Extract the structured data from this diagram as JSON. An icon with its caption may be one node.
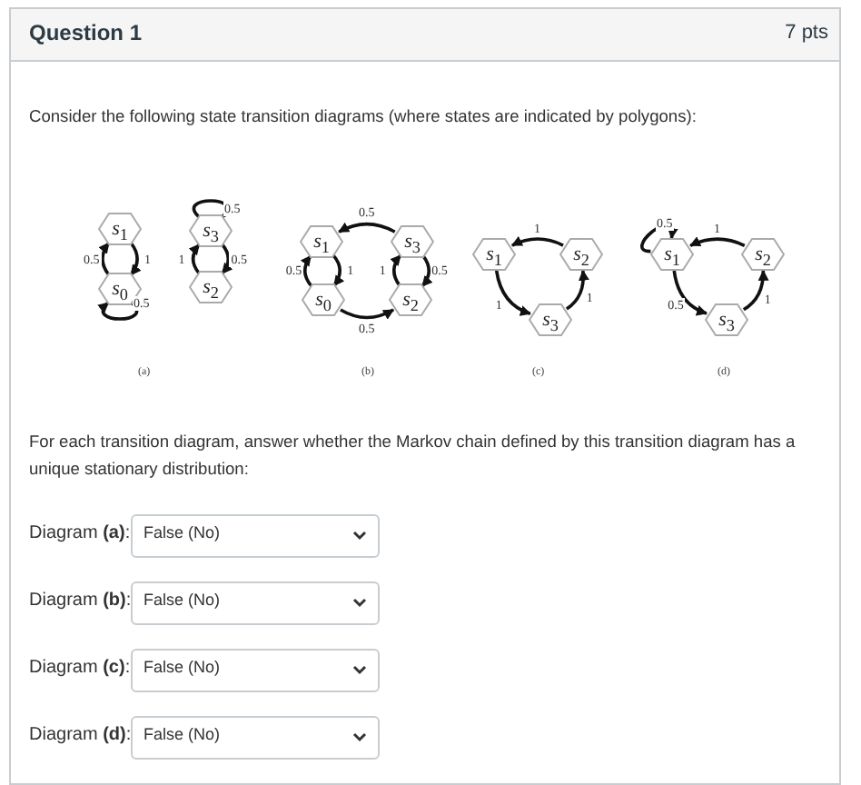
{
  "diagram": {
    "title": "Question 1",
    "nodes": [
      {
        "text": [
          "*s*$_{1}$"
        ]
      },
      {
        "text": [
          "*s*$_{0}$"
        ]
      },
      {
        "text": [
          "*s*$_{3}$"
        ]
      },
      {
        "text": [
          "*s*$_{2}$"
        ]
      },
      {
        "text": [
          "*s*$_{1}$"
        ]
      },
      {
        "text": [
          "*s*$_{3}$"
        ]
      },
      {
        "text": [
          "*s*$_{0}$"
        ]
      },
      {
        "text": [
          "*s*$_{2}$"
        ]
      },
      {
        "text": [
          "*s*$_{1}$"
        ]
      },
      {
        "text": [
          "*s*$_{2}$"
        ]
      },
      {
        "text": [
          "*s*$_{3}$"
        ]
      },
      {
        "text": [
          "*s*$_{1}$"
        ]
      },
      {
        "text": [
          "*s*$_{2}$"
        ]
      },
      {
        "text": [
          "*s*$_{3}$"
        ]
      }
    ],
    "edges": [
      {
        "from": 0,
        "to": 1,
        "arrow": "to",
        "label": "1"
      },
      {
        "from": 1,
        "to": 0,
        "arrow": "to",
        "label": "0.5"
      },
      {
        "from": 1,
        "to": 1,
        "arrow": "to",
        "label": "0.5"
      },
      {
        "from": 2,
        "to": 2,
        "arrow": "to",
        "label": "0.5"
      },
      {
        "from": 2,
        "to": 3,
        "arrow": "to",
        "label": "0.5"
      },
      {
        "from": 3,
        "to": 2,
        "arrow": "to",
        "label": "1"
      },
      {
        "from": 5,
        "to": 4,
        "arrow": "to",
        "label": "0.5"
      },
      {
        "from": 4,
        "to": 6,
        "arrow": "to",
        "label": "1"
      },
      {
        "from": 6,
        "to": 4,
        "arrow": "to",
        "label": "0.5"
      },
      {
        "from": 5,
        "to": 7,
        "arrow": "to",
        "label": "0.5"
      },
      {
        "from": 7,
        "to": 5,
        "arrow": "to",
        "label": "1"
      },
      {
        "from": 6,
        "to": 7,
        "arrow": "to",
        "label": "0.5"
      },
      {
        "from": 9,
        "to": 8,
        "arrow": "to",
        "label": "1"
      },
      {
        "from": 8,
        "to": 10,
        "arrow": "to",
        "label": "1"
      },
      {
        "from": 10,
        "to": 9,
        "arrow": "to",
        "label": "1"
      },
      {
        "from": 11,
        "to": 11,
        "arrow": "to",
        "label": "0.5"
      },
      {
        "from": 12,
        "to": 11,
        "arrow": "to",
        "label": "1"
      },
      {
        "from": 11,
        "to": 13,
        "arrow": "to",
        "label": "0.5"
      },
      {
        "from": 13,
        "to": 12,
        "arrow": "to",
        "label": "1"
      }
    ],
    "labels": [
      "7 pts",
      "Consider the following state transition diagrams (where states are indicated by polygons):",
      "(a)",
      "(b)",
      "(c)",
      "(d)",
      "For each transition diagram, answer whether the Markov chain defined by this transition diagram has a unique stationary distribution:",
      "Diagram **(a)**:",
      "False (No)",
      "Diagram **(b)**:",
      "False (No)",
      "Diagram **(c)**:",
      "False (No)",
      "Diagram **(d)**:",
      "False (No)"
    ]
  }
}
